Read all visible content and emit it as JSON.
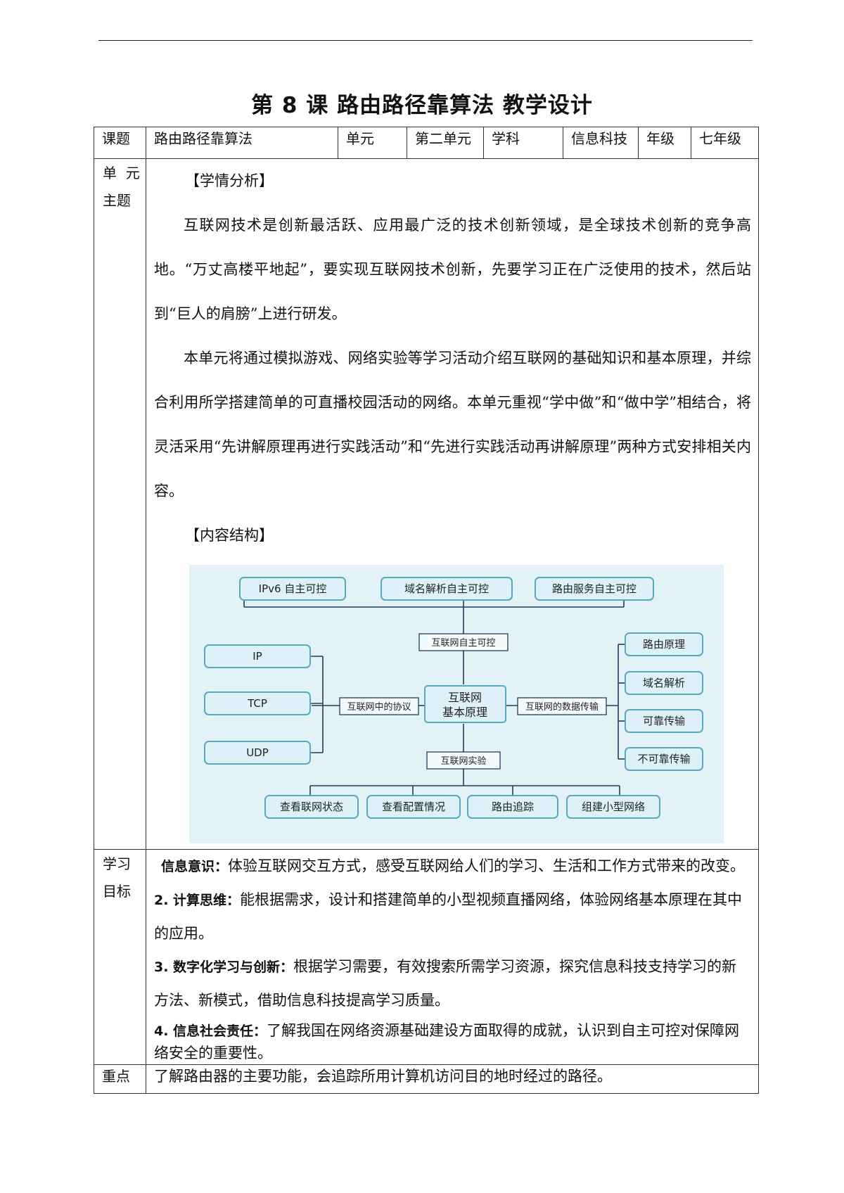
{
  "title": "第 8 课  路由路径靠算法  教学设计",
  "header_row": {
    "topic_label": "课题",
    "topic_value": "路由路径靠算法",
    "unit_label": "单元",
    "unit_value": "第二单元",
    "subject_label": "学科",
    "subject_value": "信息科技",
    "grade_label": "年级",
    "grade_value": "七年级"
  },
  "unit_theme": {
    "label_line1": "单  元",
    "label_line2": "主题",
    "analysis_heading": "【学情分析】",
    "paragraph1": "互联网技术是创新最活跃、应用最广泛的技术创新领域，是全球技术创新的竞争高地。“万丈高楼平地起”，要实现互联网技术创新，先要学习正在广泛使用的技术，然后站到“巨人的肩膀”上进行研发。",
    "paragraph2": "本单元将通过模拟游戏、网络实验等学习活动介绍互联网的基础知识和基本原理，并综合利用所学搭建简单的可直播校园活动的网络。本单元重视“学中做”和“做中学”相结合，将灵活采用“先讲解原理再进行实践活动”和“先进行实践活动再讲解原理”两种方式安排相关内容。",
    "structure_heading": "【内容结构】"
  },
  "diagram": {
    "center_line1": "互联网",
    "center_line2": "基本原理",
    "top_hub": "互联网自主可控",
    "top_items": [
      "IPv6 自主可控",
      "域名解析自主可控",
      "路由服务自主可控"
    ],
    "left_hub": "互联网中的协议",
    "left_items": [
      "IP",
      "TCP",
      "UDP"
    ],
    "right_hub": "互联网的数据传输",
    "right_items": [
      "路由原理",
      "域名解析",
      "可靠传输",
      "不可靠传输"
    ],
    "bottom_hub": "互联网实验",
    "bottom_items": [
      "查看联网状态",
      "查看配置情况",
      "路由追踪",
      "组建小型网络"
    ],
    "colors": {
      "background": "#e3f2f7",
      "box_fill": "#dff1f8",
      "box_border": "#5aa8c0",
      "line": "#1f3f5a"
    }
  },
  "goals": {
    "label_line1": "学习",
    "label_line2": "目标",
    "g1_title": "信息意识：",
    "g1_text": "体验互联网交互方式，感受互联网给人们的学习、生活和工作方式带来的改变。",
    "g2_title": "2. 计算思维：",
    "g2_text": "能根据需求，设计和搭建简单的小型视频直播网络，体验网络基本原理在其中的应用。",
    "g3_title": "3. 数字化学习与创新：",
    "g3_text": "根据学习需要，有效搜索所需学习资源，探究信息科技支持学习的新方法、新模式，借助信息科技提高学习质量。",
    "g4_title": "4. 信息社会责任：",
    "g4_text": "了解我国在网络资源基础建设方面取得的成就，认识到自主可控对保障网络安全的重要性。"
  },
  "key_point": {
    "label": "重点",
    "text": "了解路由器的主要功能，会追踪所用计算机访问目的地时经过的路径。"
  }
}
